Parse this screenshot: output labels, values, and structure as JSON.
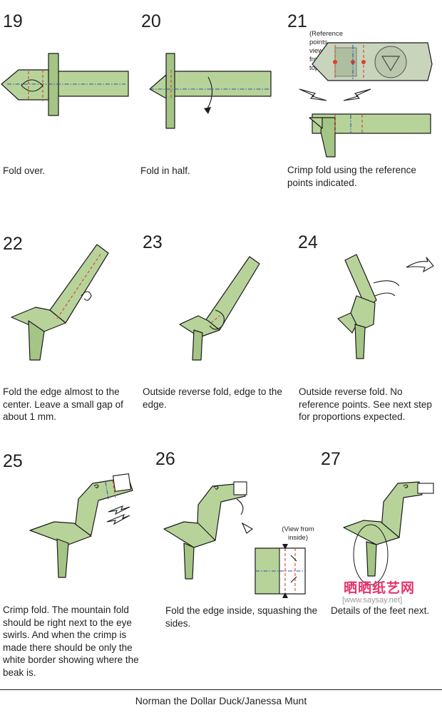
{
  "steps": [
    {
      "num": "19",
      "caption": "Fold over."
    },
    {
      "num": "20",
      "caption": "Fold in half."
    },
    {
      "num": "21",
      "caption": "Crimp fold using the reference points indicated.",
      "note": "(Reference points viewed from the top)"
    },
    {
      "num": "22",
      "caption": "Fold the edge almost to the center. Leave a small gap of about 1 mm."
    },
    {
      "num": "23",
      "caption": "Outside reverse fold, edge to the edge."
    },
    {
      "num": "24",
      "caption": "Outside reverse fold. No reference points. See next step for proportions expected."
    },
    {
      "num": "25",
      "caption": "Crimp fold. The mountain fold should be right next to the eye swirls. And when the crimp is made there should be only the white border showing where the beak is."
    },
    {
      "num": "26",
      "caption": "Fold the edge inside, squashing the sides.",
      "note": "(View from inside)"
    },
    {
      "num": "27",
      "caption": "Details of the feet next."
    }
  ],
  "footer": "Norman the Dollar Duck/Janessa Munt",
  "watermark": {
    "brand": "晒晒纸艺网",
    "url": "[www.saysay.net]"
  },
  "colors": {
    "paper": "#b7d39a",
    "valley": "#d9412b",
    "mountain": "#2f55a4"
  }
}
